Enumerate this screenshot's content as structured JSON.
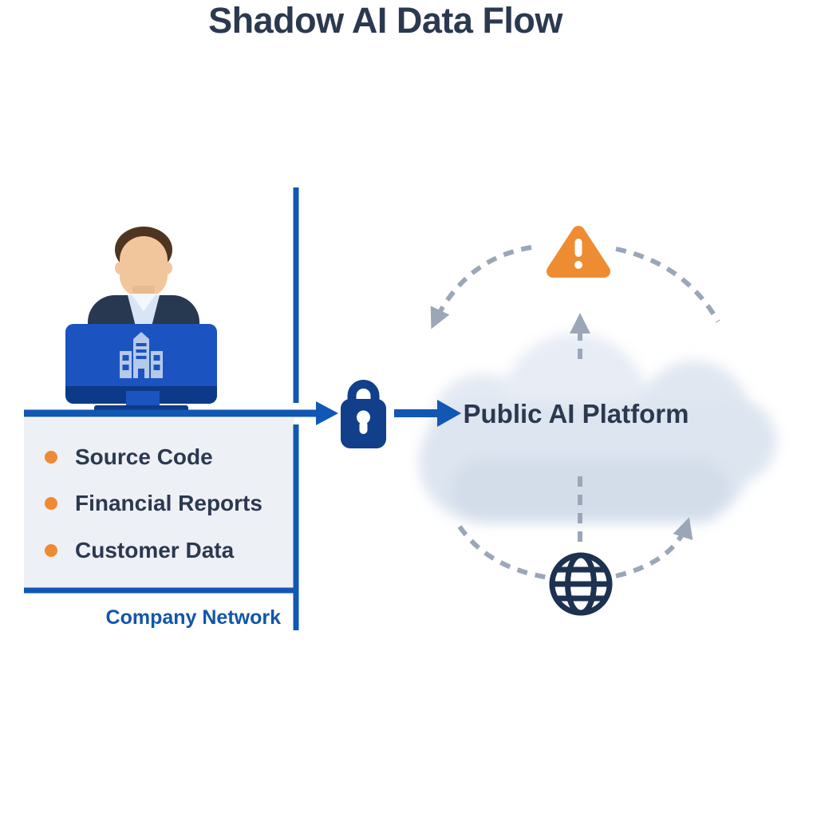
{
  "title": "Shadow AI Data Flow",
  "company_network": {
    "label": "Company Network",
    "items": [
      {
        "label": "Source Code"
      },
      {
        "label": "Financial Reports"
      },
      {
        "label": "Customer Data"
      }
    ]
  },
  "cloud": {
    "label": "Public AI Platform"
  },
  "icons": {
    "employee": "employee-at-computer-icon",
    "building": "company-building-icon",
    "lock": "lock-icon",
    "warning": "warning-triangle-icon",
    "globe": "globe-icon",
    "cloud": "cloud-shape"
  },
  "colors": {
    "accent_blue": "#1157b4",
    "dark_navy": "#2b3950",
    "label_blue": "#1156aa",
    "bullet_orange": "#ee8a33",
    "warning_orange": "#ee8c31",
    "dashed_gray": "#9ba7b8",
    "lock_navy": "#113f8a",
    "globe_navy": "#1d3150",
    "box_bg": "#edf0f5",
    "monitor_blue": "#1b53c0",
    "monitor_dark": "#0d3a88",
    "building_light": "#b6c9e8",
    "cloud_fill": "#e2e8f2",
    "skin": "#f2c69d",
    "hair": "#4f3421",
    "suit": "#263950",
    "shirt": "#d8e5f4"
  }
}
